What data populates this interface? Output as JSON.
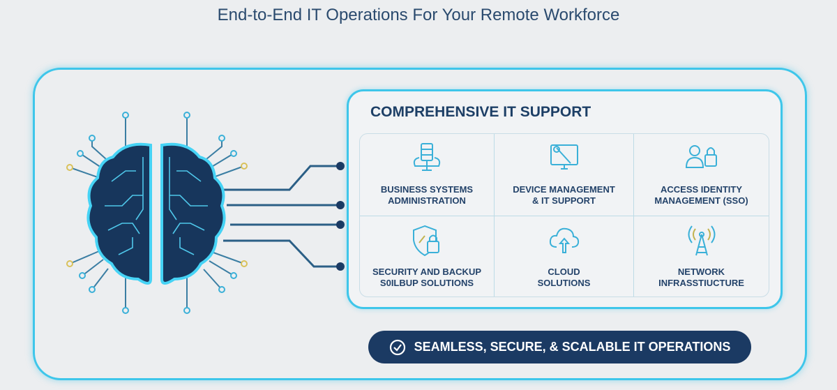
{
  "title": "End-to-End IT Operations For Your Remote Workforce",
  "card": {
    "heading": "COMPREHENSIVE IT SUPPORT",
    "items": [
      {
        "icon": "server-cloud-icon",
        "line1": "BUSINESS SYSTEMS",
        "line2": "ADMINISTRATION"
      },
      {
        "icon": "monitor-wrench-icon",
        "line1": "DEVICE MANAGEMENT",
        "line2": "& IT SUPPORT"
      },
      {
        "icon": "user-lock-icon",
        "line1": "ACCESS IDENTITY",
        "line2": "MANAGEMENT (SSO)"
      },
      {
        "icon": "shield-lock-icon",
        "line1": "SECURITY AND BACKUP",
        "line2": "S0ILBUP SOLUTIONS"
      },
      {
        "icon": "cloud-upload-icon",
        "line1": "CLOUD",
        "line2": "SOLUTIONS"
      },
      {
        "icon": "network-tower-icon",
        "line1": "NETWORK",
        "line2": "INFRASSTIUCTURE"
      }
    ]
  },
  "banner": {
    "icon": "check-circle-icon",
    "text": "SEAMLESS, SECURE, & SCALABLE IT OPERATIONS"
  },
  "colors": {
    "accent": "#3ec6ea",
    "navy": "#1b3a63",
    "text": "#24436a"
  }
}
